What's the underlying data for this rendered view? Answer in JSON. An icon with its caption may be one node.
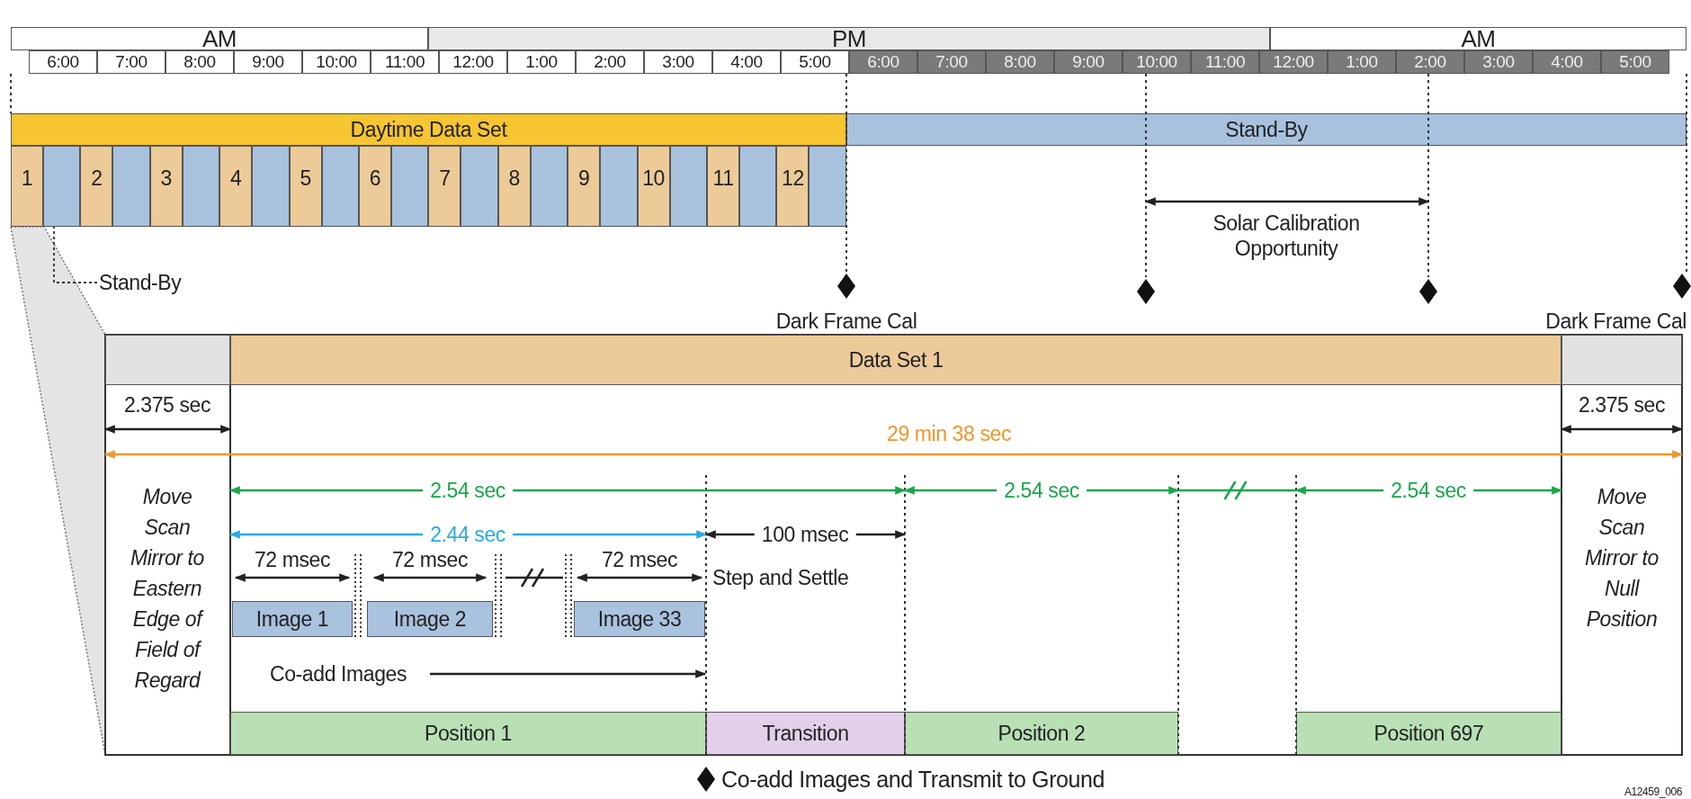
{
  "diagram": {
    "nodes": [
      {
        "text": [
          "Daytime Data Set"
        ]
      },
      {
        "text": [
          "Stand-By"
        ]
      },
      {
        "text": [
          "1"
        ]
      },
      {
        "text": [],
        "shape": "box"
      },
      {
        "text": [
          "2"
        ]
      },
      {
        "text": [],
        "shape": "box"
      },
      {
        "text": [
          "3"
        ]
      },
      {
        "text": [],
        "shape": "box"
      },
      {
        "text": [
          "4"
        ]
      },
      {
        "text": [],
        "shape": "box"
      },
      {
        "text": [
          "5"
        ]
      },
      {
        "text": [],
        "shape": "box"
      },
      {
        "text": [
          "6"
        ]
      },
      {
        "text": [],
        "shape": "box"
      },
      {
        "text": [
          "7"
        ]
      },
      {
        "text": [],
        "shape": "box"
      },
      {
        "text": [
          "8"
        ]
      },
      {
        "text": [],
        "shape": "box"
      },
      {
        "text": [
          "9"
        ]
      },
      {
        "text": [],
        "shape": "box"
      },
      {
        "text": [
          "10"
        ]
      },
      {
        "text": [],
        "shape": "box"
      },
      {
        "text": [
          "11"
        ]
      },
      {
        "text": [],
        "shape": "box"
      },
      {
        "text": [
          "12"
        ]
      },
      {
        "text": [],
        "shape": "box"
      },
      {
        "text": [
          "Stand-By"
        ]
      },
      {
        "text": [],
        "shape": "box"
      },
      {
        "text": [
          "Data Set 1"
        ]
      },
      {
        "text": [],
        "shape": "box"
      },
      {
        "text": [
          "Image 1"
        ]
      },
      {
        "text": [
          "Image 2"
        ]
      },
      {
        "text": [
          "Image 33"
        ]
      },
      {
        "text": [
          "Position 1"
        ]
      },
      {
        "text": [
          "Transition"
        ]
      },
      {
        "text": [
          "Position 2"
        ]
      },
      {
        "text": [
          "Position 697"
        ]
      }
    ],
    "edges": [
      {
        "from": 26,
        "to": 3,
        "arrow": "none",
        "style": "dashed"
      }
    ],
    "labels": [
      "AM",
      "PM",
      "AM",
      "6:00",
      "7:00",
      "8:00",
      "9:00",
      "10:00",
      "11:00",
      "12:00",
      "1:00",
      "2:00",
      "3:00",
      "4:00",
      "5:00",
      "6:00",
      "7:00",
      "8:00",
      "9:00",
      "10:00",
      "11:00",
      "12:00",
      "1:00",
      "2:00",
      "3:00",
      "4:00",
      "5:00",
      "Solar Calibration Opportunity",
      "Dark Frame Cal",
      "Dark Frame Cal",
      "2.375 sec",
      "2.375 sec",
      "29 min 38 sec",
      "Move Scan Mirror to Eastern Edge of Field of Regard",
      "2.54 sec",
      "2.54 sec",
      "2.54 sec",
      "Move Scan Mirror to Null Position",
      "2.44 sec",
      "100 msec",
      "72 msec",
      "72 msec",
      "72 msec",
      "Step and Settle",
      "Co-add Images",
      "Co-add Images and Transmit to Ground",
      "A12459_006"
    ]
  }
}
